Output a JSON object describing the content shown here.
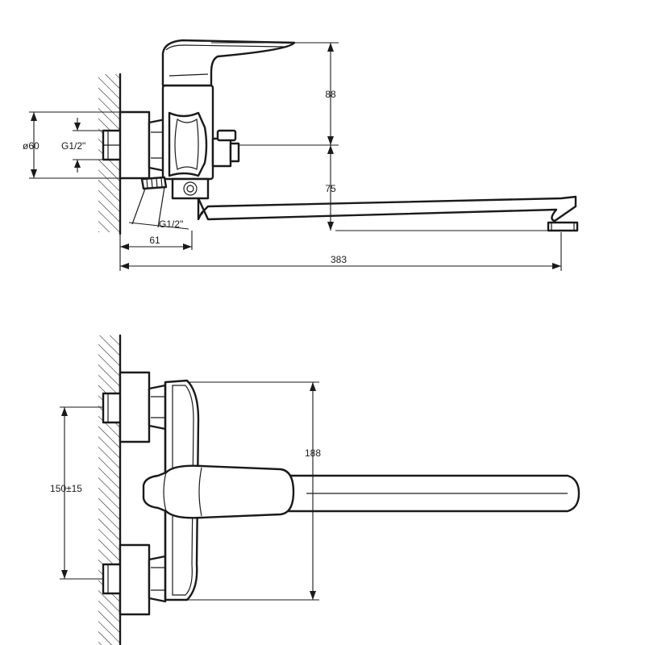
{
  "side_view": {
    "height_dim": "88",
    "spout_height_dim": "75",
    "diameter_dim": "ø60",
    "thread_top": "G1/2\"",
    "thread_bottom": "G1/2\"",
    "depth_dim": "61",
    "length_dim": "383"
  },
  "top_view": {
    "body_dim": "188",
    "centers_dim": "150±15"
  }
}
